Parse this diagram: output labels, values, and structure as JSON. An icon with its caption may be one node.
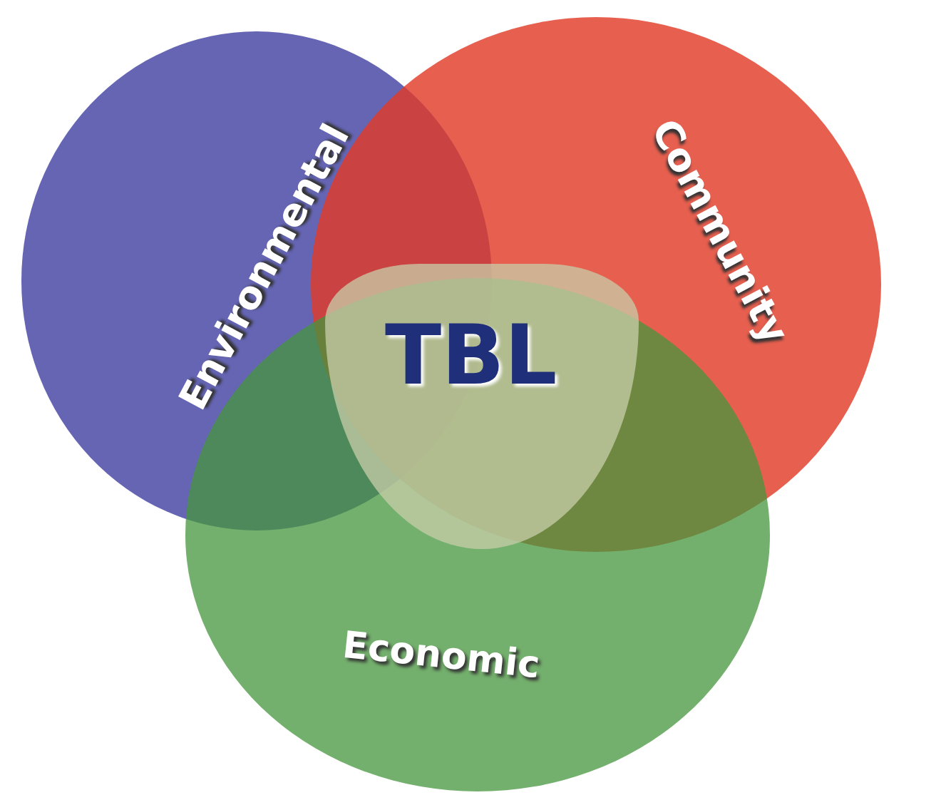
{
  "diagram": {
    "nodes": [
      {
        "text": [
          "Environmental"
        ]
      },
      {
        "text": [
          "Community"
        ]
      },
      {
        "text": [
          "Economic"
        ]
      },
      {
        "text": [
          "TBL"
        ]
      }
    ]
  }
}
